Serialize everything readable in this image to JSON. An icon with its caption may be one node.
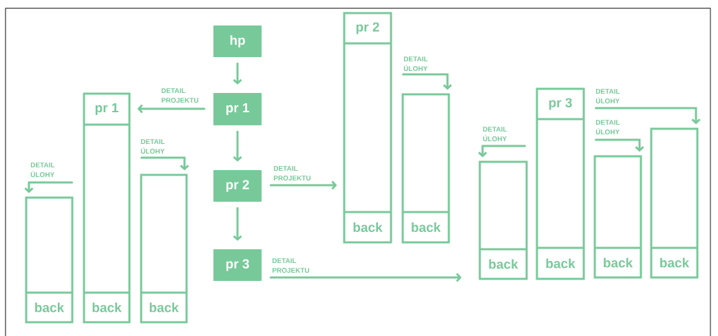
{
  "diagram": {
    "nodes": [
      {
        "text": [
          "hp"
        ]
      },
      {
        "text": [
          "pr 1"
        ]
      },
      {
        "text": [
          "pr 2"
        ]
      },
      {
        "text": [
          "pr 3"
        ]
      },
      {
        "text": [
          "back"
        ]
      },
      {
        "text": [
          "pr 1",
          "back"
        ]
      },
      {
        "text": [
          "back"
        ]
      },
      {
        "text": [
          "pr 2",
          "back"
        ]
      },
      {
        "text": [
          "back"
        ]
      },
      {
        "text": [
          "back"
        ]
      },
      {
        "text": [
          "pr 3",
          "back"
        ]
      },
      {
        "text": [
          "back"
        ]
      },
      {
        "text": [
          "back"
        ]
      }
    ],
    "edges": [
      {
        "from": 0,
        "to": 1,
        "arrow": "to"
      },
      {
        "from": 1,
        "to": 2,
        "arrow": "to"
      },
      {
        "from": 2,
        "to": 3,
        "arrow": "to"
      },
      {
        "from": 1,
        "to": 5,
        "arrow": "to",
        "label": "DETAIL PROJEKTU"
      },
      {
        "from": 5,
        "to": 4,
        "arrow": "to",
        "label": "DETAIL ÚLOHY"
      },
      {
        "from": 5,
        "to": 6,
        "arrow": "to",
        "label": "DETAIL ÚLOHY"
      },
      {
        "from": 2,
        "to": 7,
        "arrow": "to",
        "label": "DETAIL PROJEKTU"
      },
      {
        "from": 7,
        "to": 8,
        "arrow": "to",
        "label": "DETAIL ÚLOHY"
      },
      {
        "from": 3,
        "to": 9,
        "arrow": "to",
        "label": "DETAIL PROJEKTU"
      },
      {
        "from": 10,
        "to": 9,
        "arrow": "to",
        "label": "DETAIL ÚLOHY"
      },
      {
        "from": 10,
        "to": 11,
        "arrow": "to",
        "label": "DETAIL ÚLOHY"
      },
      {
        "from": 10,
        "to": 12,
        "arrow": "to",
        "label": "DETAIL ÚLOHY"
      }
    ]
  }
}
